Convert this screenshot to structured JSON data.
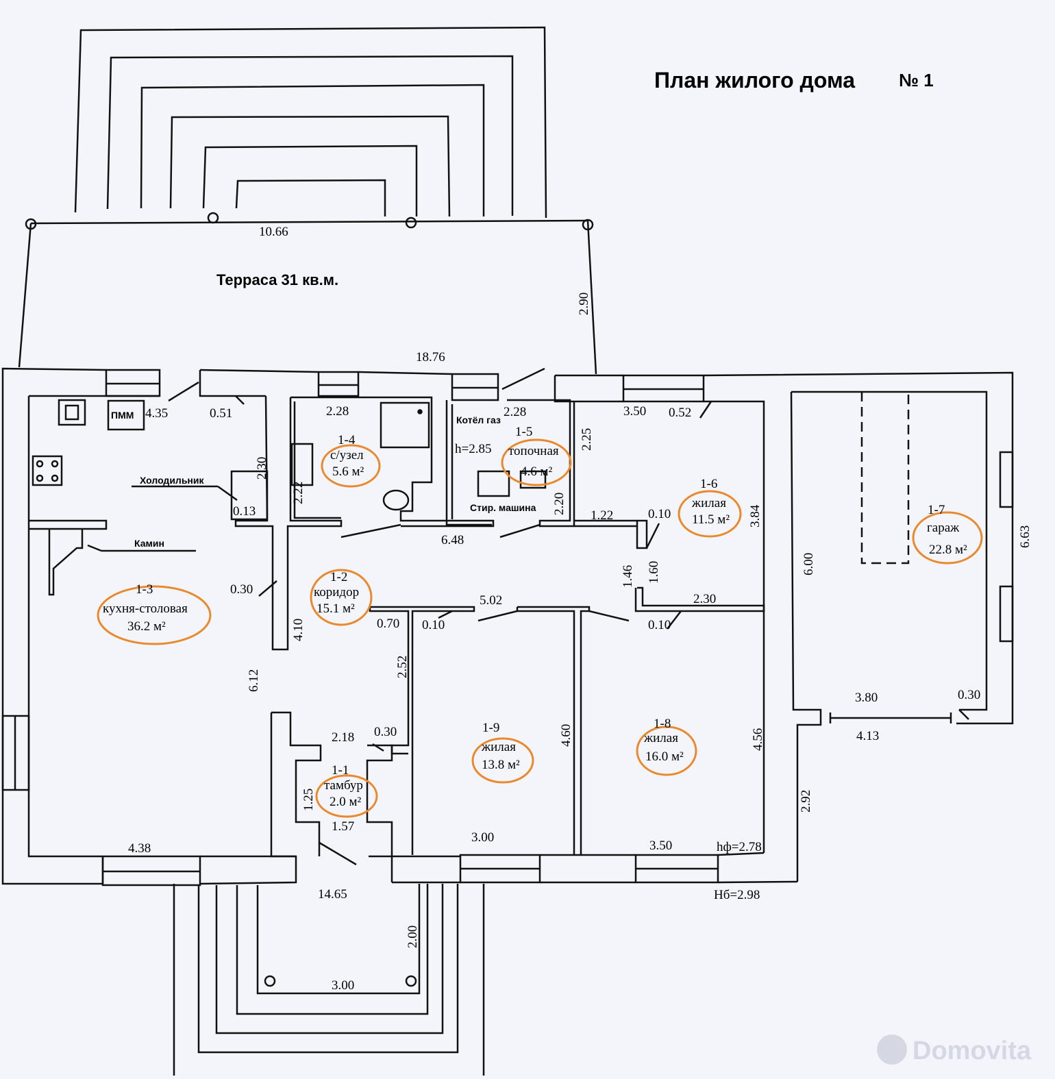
{
  "title": {
    "main": "План  жилого  дома",
    "number": "№ 1"
  },
  "terrace": {
    "label": "Терраса 31 кв.м.",
    "dim_length": "10.66",
    "dim_depth": "2.90"
  },
  "overall": {
    "top": "18.76",
    "bottom": "14.65",
    "h_f": "hф=2.78",
    "h_b": "Hб=2.98"
  },
  "rooms": [
    {
      "id": "1-1",
      "name": "тамбур",
      "area": "2.0 м²"
    },
    {
      "id": "1-2",
      "name": "коридор",
      "area": "15.1 м²"
    },
    {
      "id": "1-3",
      "name": "кухня-столовая",
      "area": "36.2 м²"
    },
    {
      "id": "1-4",
      "name": "с/узел",
      "area": "5.6 м²"
    },
    {
      "id": "1-5",
      "name": "топочная",
      "area": "4.6 м²",
      "height": "h=2.85"
    },
    {
      "id": "1-6",
      "name": "жилая",
      "area": "11.5 м²"
    },
    {
      "id": "1-7",
      "name": "гараж",
      "area": "22.8 м²"
    },
    {
      "id": "1-8",
      "name": "жилая",
      "area": "16.0 м²"
    },
    {
      "id": "1-9",
      "name": "жилая",
      "area": "13.8 м²"
    }
  ],
  "appliances": {
    "pmm": "ПММ",
    "boiler": "Котёл газ",
    "fridge": "Холодильник",
    "fireplace": "Камин",
    "washer": "Стир. машина"
  },
  "dimensions": {
    "d435": "4.35",
    "d051": "0.51",
    "d230a": "2.30",
    "d013": "0.13",
    "d030a": "0.30",
    "d410": "4.10",
    "d612": "6.12",
    "d438": "4.38",
    "d228a": "2.28",
    "d222": "2.22",
    "d228b": "2.28",
    "d225": "2.25",
    "d220": "2.20",
    "d648": "6.48",
    "d350a": "3.50",
    "d052": "0.52",
    "d384": "3.84",
    "d122": "1.22",
    "d010a": "0.10",
    "d146": "1.46",
    "d160": "1.60",
    "d230b": "2.30",
    "d010b": "0.10",
    "d502": "5.02",
    "d070": "0.70",
    "d010c": "0.10",
    "d252": "2.52",
    "d218": "2.18",
    "d030b": "0.30",
    "d125": "1.25",
    "d157": "1.57",
    "d460": "4.60",
    "d300a": "3.00",
    "d350b": "3.50",
    "d456": "4.56",
    "d292": "2.92",
    "d600": "6.00",
    "d663": "6.63",
    "d380": "3.80",
    "d030c": "0.30",
    "d413": "4.13",
    "d200": "2.00",
    "d300b": "3.00"
  },
  "watermark": "Domovita"
}
